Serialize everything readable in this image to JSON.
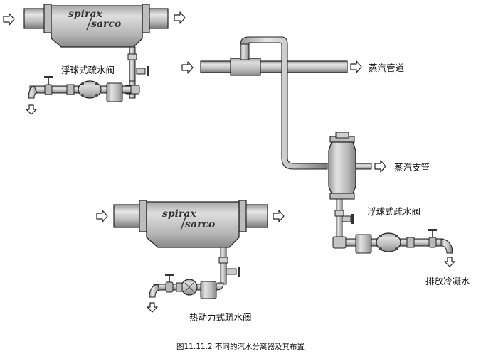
{
  "labels": {
    "trap_top_left": "浮球式疏水阀",
    "steam_main": "蒸汽管道",
    "steam_branch": "蒸汽支管",
    "trap_right": "浮球式疏水阀",
    "drain_condensate": "排放冷凝水",
    "trap_thermodynamic": "热动力式疏水阀"
  },
  "brand": {
    "line1": "spirax",
    "line2": "sarco"
  },
  "caption": "图11.11.2  不同的汽水分离器及其布置",
  "colors": {
    "pipe": "#c8c8c8",
    "pipe_shadow": "#8e8e8e",
    "outline": "#222222",
    "arrow_fill": "#ffffff"
  }
}
